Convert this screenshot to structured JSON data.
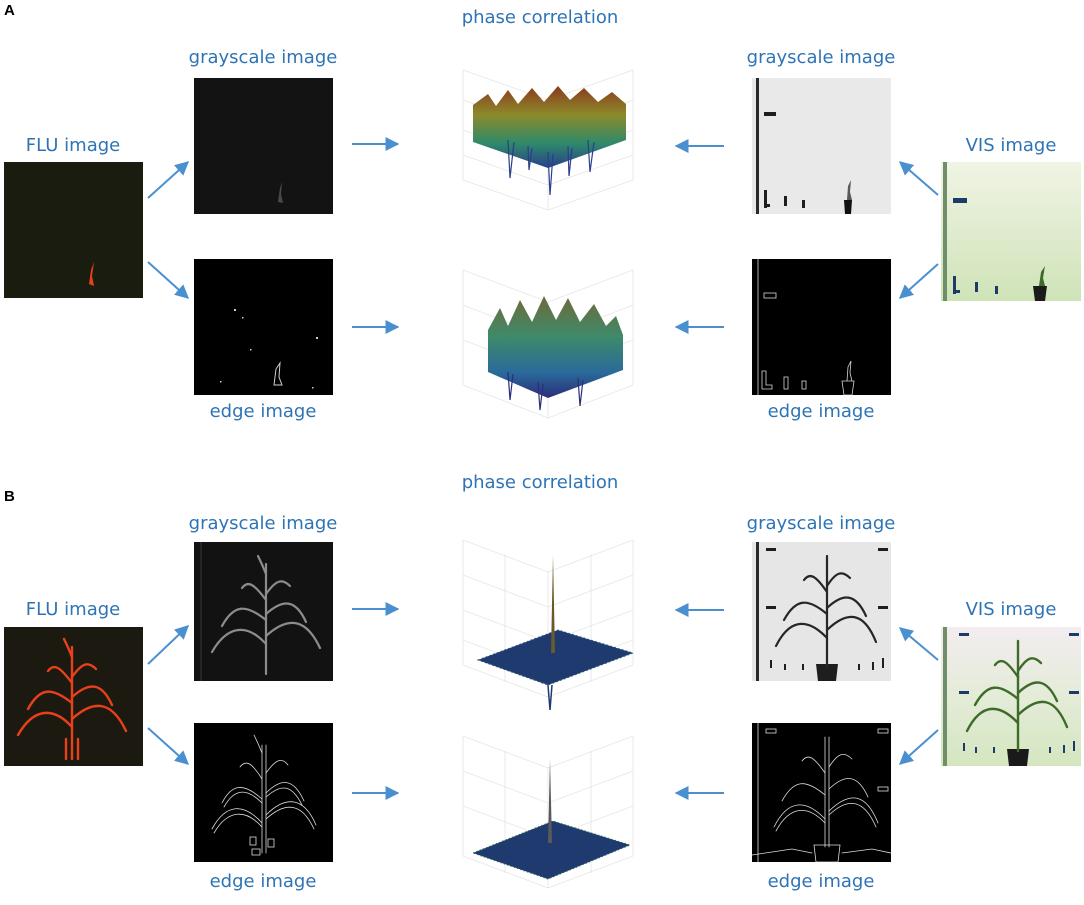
{
  "panels": [
    {
      "letter": "A",
      "title": "phase correlation",
      "flu_label": "FLU image",
      "vis_label": "VIS image",
      "grayscale_left": "grayscale image",
      "grayscale_right": "grayscale image",
      "edge_left": "edge image",
      "edge_right": "edge image"
    },
    {
      "letter": "B",
      "title": "phase correlation",
      "flu_label": "FLU image",
      "vis_label": "VIS image",
      "grayscale_left": "grayscale image",
      "grayscale_right": "grayscale image",
      "edge_left": "edge image",
      "edge_right": "edge image"
    }
  ],
  "colors": {
    "label": "#2E74B5",
    "arrow": "#4A90D0",
    "fluorescence": "#E8401A",
    "plant_green": "#3E6B2A",
    "vis_background": "#DDEBCB"
  }
}
